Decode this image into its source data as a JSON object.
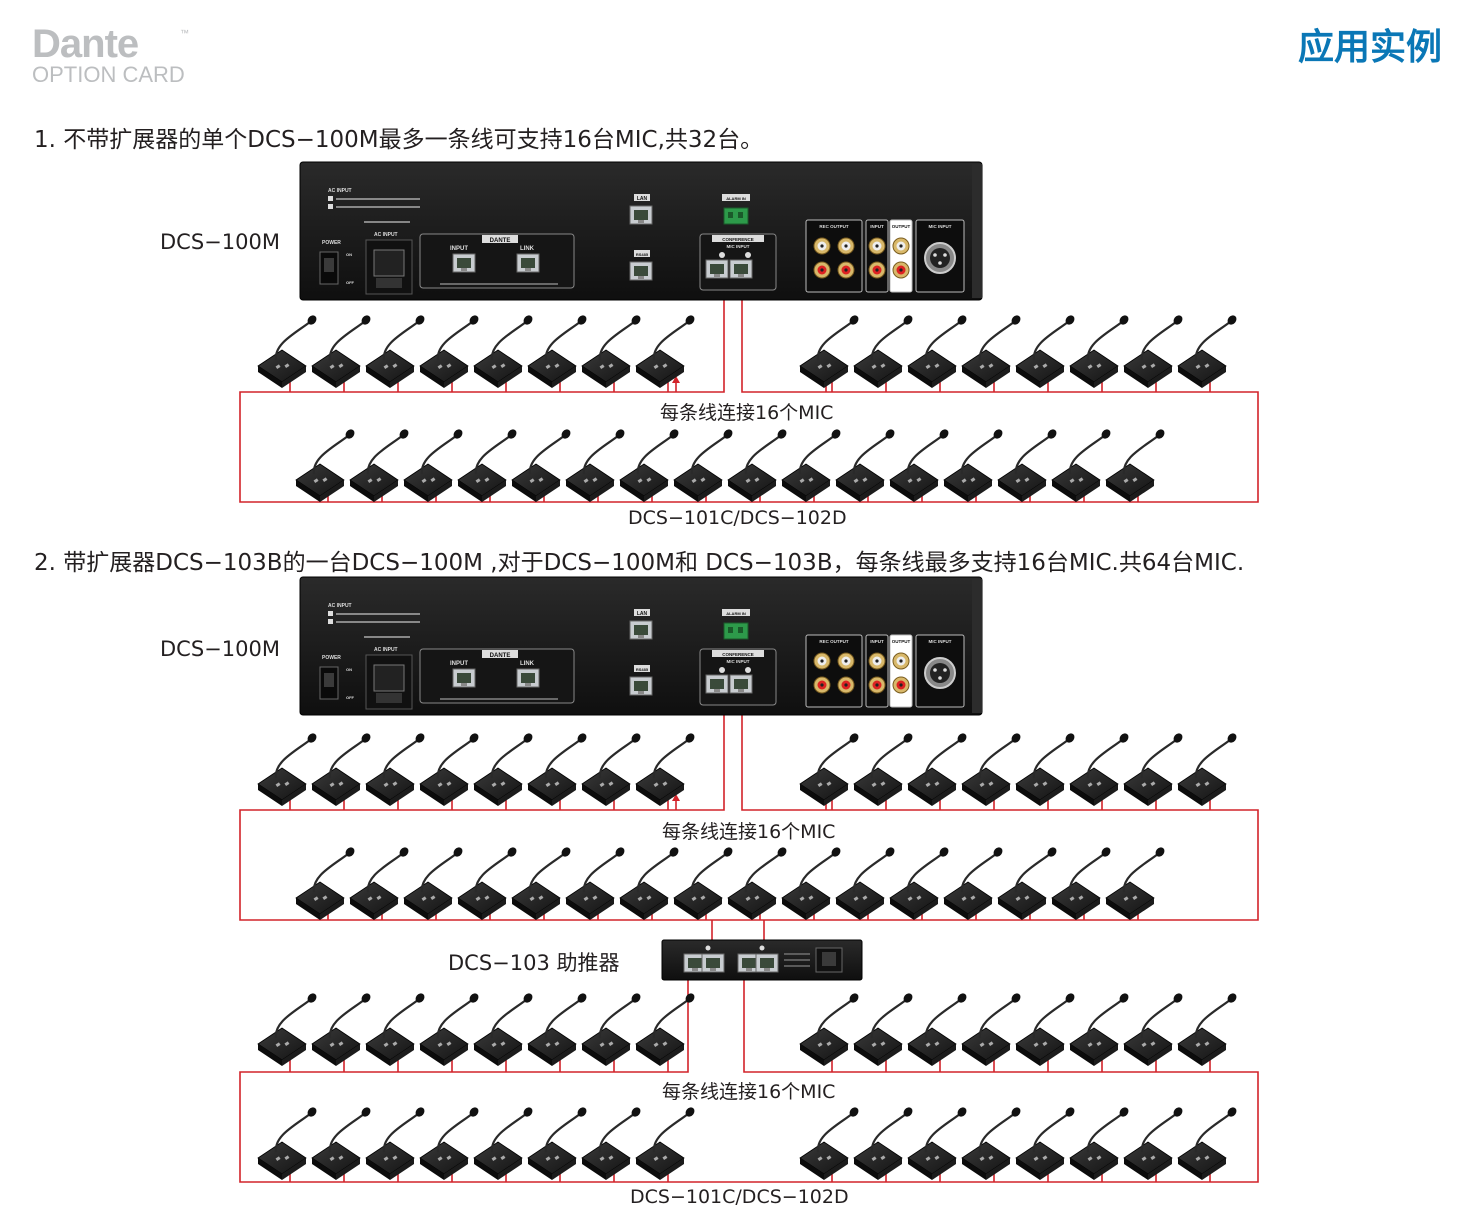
{
  "logo": {
    "word": "Dante",
    "tm": "™",
    "subtitle": "OPTION CARD"
  },
  "page_heading": "应用实例",
  "section1": {
    "title": "1. 不带扩展器的单个DCS−100M最多一条线可支持16台MIC,共32台。",
    "device_label": "DCS−100M",
    "line_caption": "每条线连接16个MIC",
    "mic_caption": "DCS−101C/DCS−102D"
  },
  "section2": {
    "title": "2.  带扩展器DCS−103B的一台DCS−100M ,对于DCS−100M和 DCS−103B，每条线最多支持16台MIC.共64台MIC.",
    "device_label": "DCS−100M",
    "line_caption_upper": "每条线连接16个MIC",
    "booster_label": "DCS−103 助推器",
    "line_caption_lower": "每条线连接16个MIC",
    "mic_caption": "DCS−101C/DCS−102D"
  },
  "panel": {
    "ac_input": "AC INPUT",
    "power": "POWER",
    "on": "ON",
    "off": "OFF",
    "dante": "DANTE",
    "input": "INPUT",
    "link": "LINK",
    "lan": "LAN",
    "rs485": "RS485",
    "alarm_in": "ALARM IN",
    "conference": "CONFERENCE",
    "mic_input": "MIC INPUT",
    "rec_output": "REC OUTPUT",
    "input_small": "INPUT",
    "output_small": "OUTPUT",
    "mic_input_small": "MIC INPUT"
  },
  "colors": {
    "wire": "#d2232a",
    "heading": "#0a77b6",
    "chassis": "#1b1b1b",
    "logo": "#bcbec0"
  }
}
